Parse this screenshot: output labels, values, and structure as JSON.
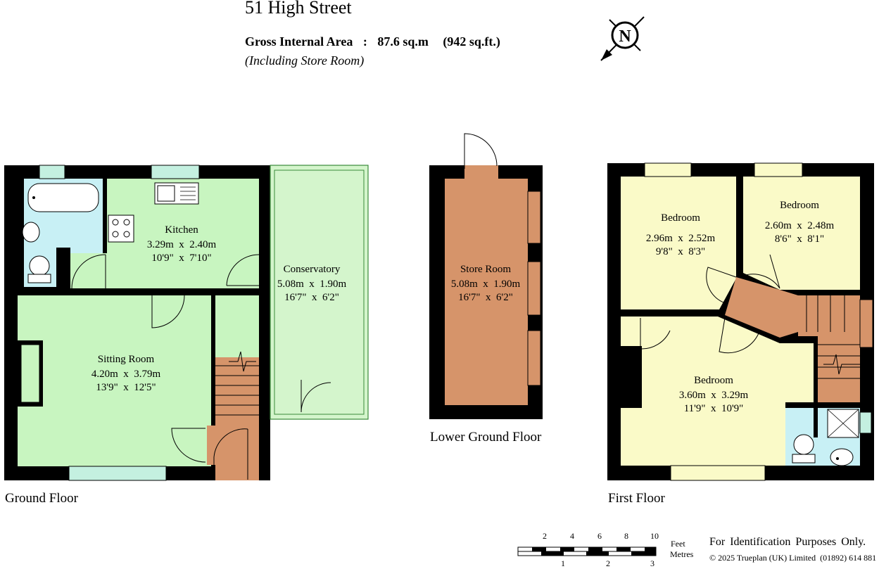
{
  "header": {
    "address": "51 High Street",
    "gross_area_label": "Gross Internal Area",
    "gross_area_sep": ":",
    "gross_area_metric": "87.6 sq.m",
    "gross_area_imperial": "(942 sq.ft.)",
    "including_note": "(Including Store Room)"
  },
  "compass": {
    "letter": "N"
  },
  "floors": {
    "ground": {
      "label": "Ground Floor"
    },
    "lower_ground": {
      "label": "Lower Ground Floor"
    },
    "first": {
      "label": "First Floor"
    }
  },
  "rooms": {
    "kitchen": {
      "name": "Kitchen",
      "metric": "3.29m  x  2.40m",
      "imperial": "10'9\"  x  7'10\""
    },
    "sitting_room": {
      "name": "Sitting Room",
      "metric": "4.20m  x  3.79m",
      "imperial": "13'9\"  x  12'5\""
    },
    "conservatory": {
      "name": "Conservatory",
      "metric": "5.08m  x  1.90m",
      "imperial": "16'7\"  x  6'2\""
    },
    "store_room": {
      "name": "Store Room",
      "metric": "5.08m  x  1.90m",
      "imperial": "16'7\"  x  6'2\""
    },
    "bedroom_1": {
      "name": "Bedroom",
      "metric": "2.96m  x  2.52m",
      "imperial": "9'8\"  x  8'3\""
    },
    "bedroom_2": {
      "name": "Bedroom",
      "metric": "2.60m  x  2.48m",
      "imperial": "8'6\"  x  8'1\""
    },
    "bedroom_3": {
      "name": "Bedroom",
      "metric": "3.60m  x  3.29m",
      "imperial": "11'9\"  x  10'9\""
    }
  },
  "scale_bar": {
    "feet_label": "Feet",
    "metres_label": "Metres",
    "feet_ticks": [
      "2",
      "4",
      "6",
      "8",
      "10"
    ],
    "metre_ticks": [
      "1",
      "2",
      "3"
    ]
  },
  "footer": {
    "identification": "For Identification Purposes Only.",
    "copyright": "© 2025 Trueplan (UK) Limited  (01892) 614 881"
  },
  "colors": {
    "wall": "#000000",
    "ground_floor_fill": "#c8f5c0",
    "conservatory_fill": "#d4f5cc",
    "bathroom_fill": "#c8f0f5",
    "store_fill": "#d6946a",
    "first_floor_fill": "#fafac8",
    "window_fill": "#c4f0e0"
  }
}
